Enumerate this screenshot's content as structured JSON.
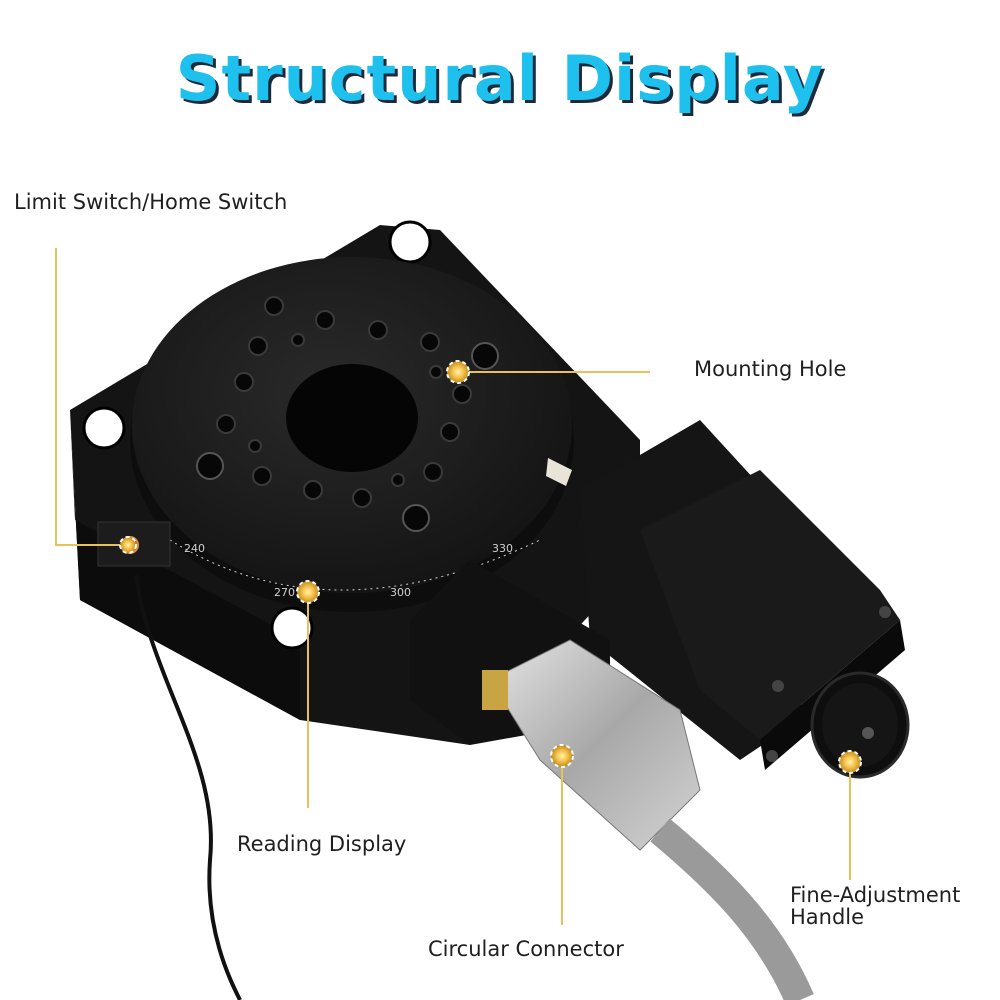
{
  "title": "Structural Display",
  "labels": {
    "limit_switch": "Limit Switch/Home Switch",
    "mounting_hole": "Mounting Hole",
    "reading_display": "Reading Display",
    "circular_connector": "Circular Connector",
    "fine_adjustment_line1": "Fine-Adjustment",
    "fine_adjustment_line2": "Handle"
  },
  "scale_marks": [
    "240",
    "270",
    "300",
    "330"
  ],
  "colors": {
    "title": "#1ec0ee",
    "title_shadow": "#1b2a3a",
    "leader_line": "#e9c15a",
    "marker": "#f4c24b",
    "stage_body": "#151515",
    "cable": "#9a9a9a"
  }
}
